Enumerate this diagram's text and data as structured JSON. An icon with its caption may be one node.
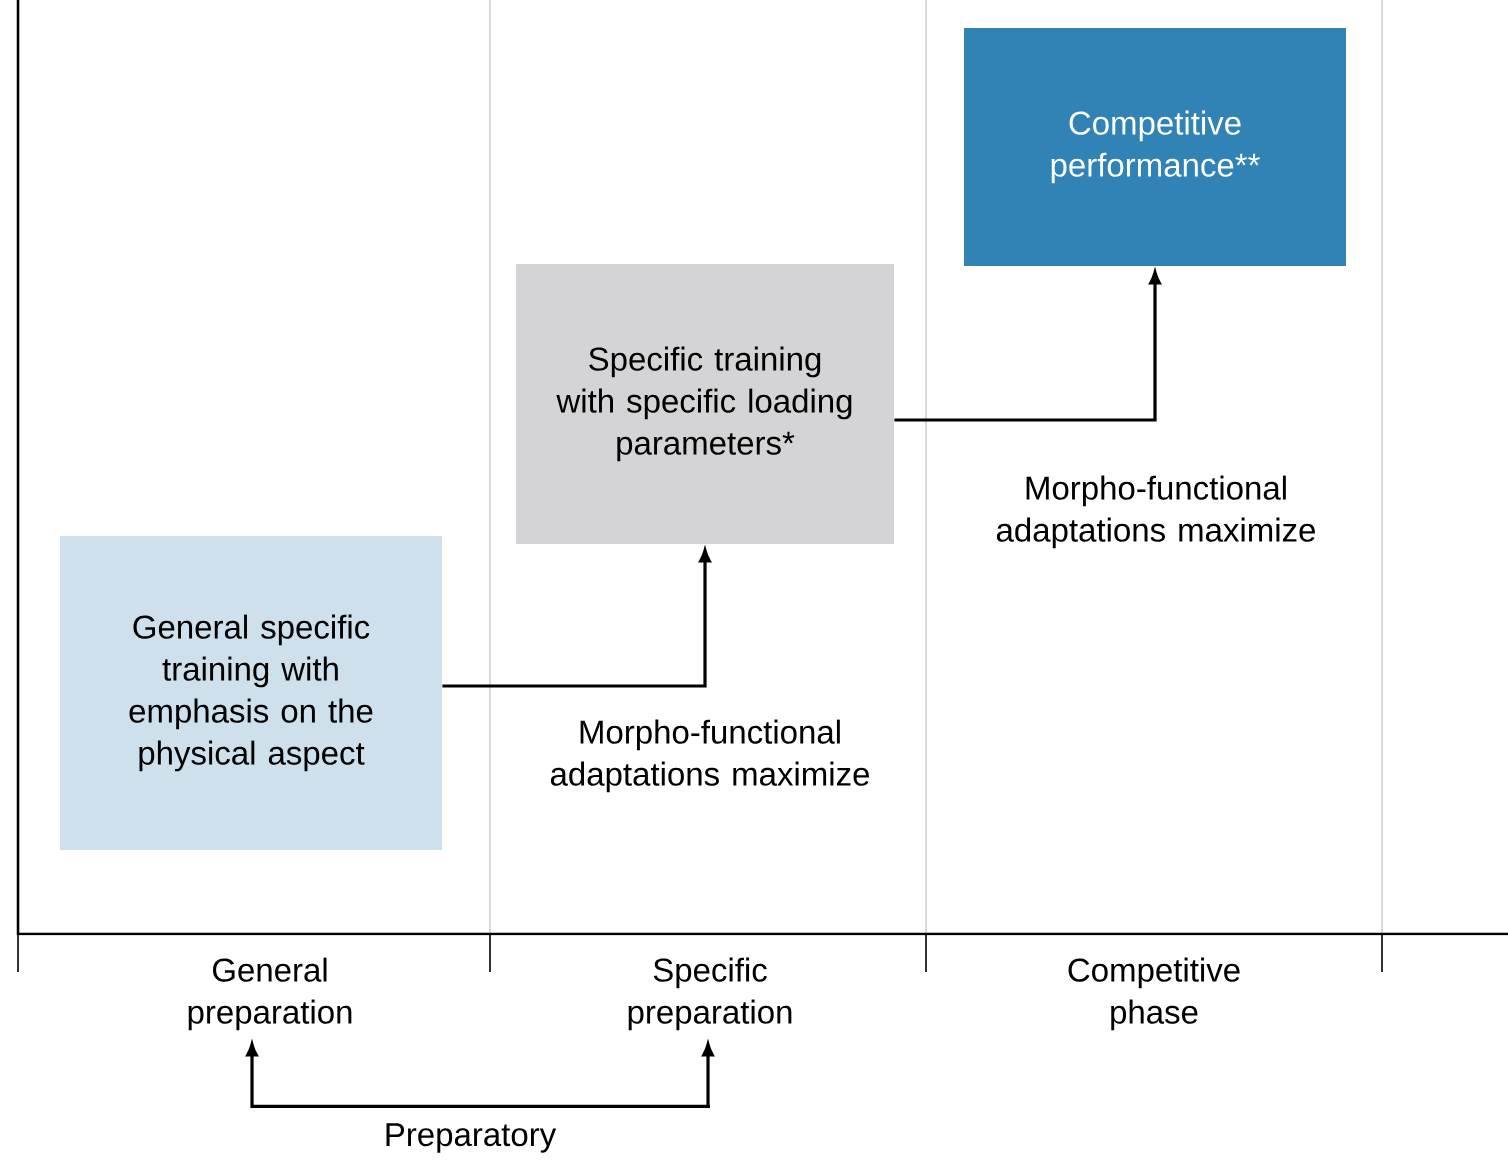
{
  "diagram": {
    "nodes": [
      {
        "text": [
          "General specific training with emphasis on the physical aspect"
        ]
      },
      {
        "text": [
          "Specific training with specific loading parameters*"
        ]
      },
      {
        "text": [
          "Competitive performance**"
        ]
      },
      {
        "text": [
          "General preparation"
        ]
      },
      {
        "text": [
          "Specific preparation"
        ]
      }
    ],
    "edges": [
      {
        "from": 0,
        "to": 1,
        "arrow": "to",
        "label": "Morpho-functional adaptations maximize"
      },
      {
        "from": 1,
        "to": 2,
        "arrow": "to",
        "label": "Morpho-functional adaptations maximize"
      },
      {
        "from": 3,
        "to": 4,
        "arrow": "both",
        "label": "Preparatory"
      }
    ],
    "labels": [
      "Competitive phase"
    ]
  }
}
